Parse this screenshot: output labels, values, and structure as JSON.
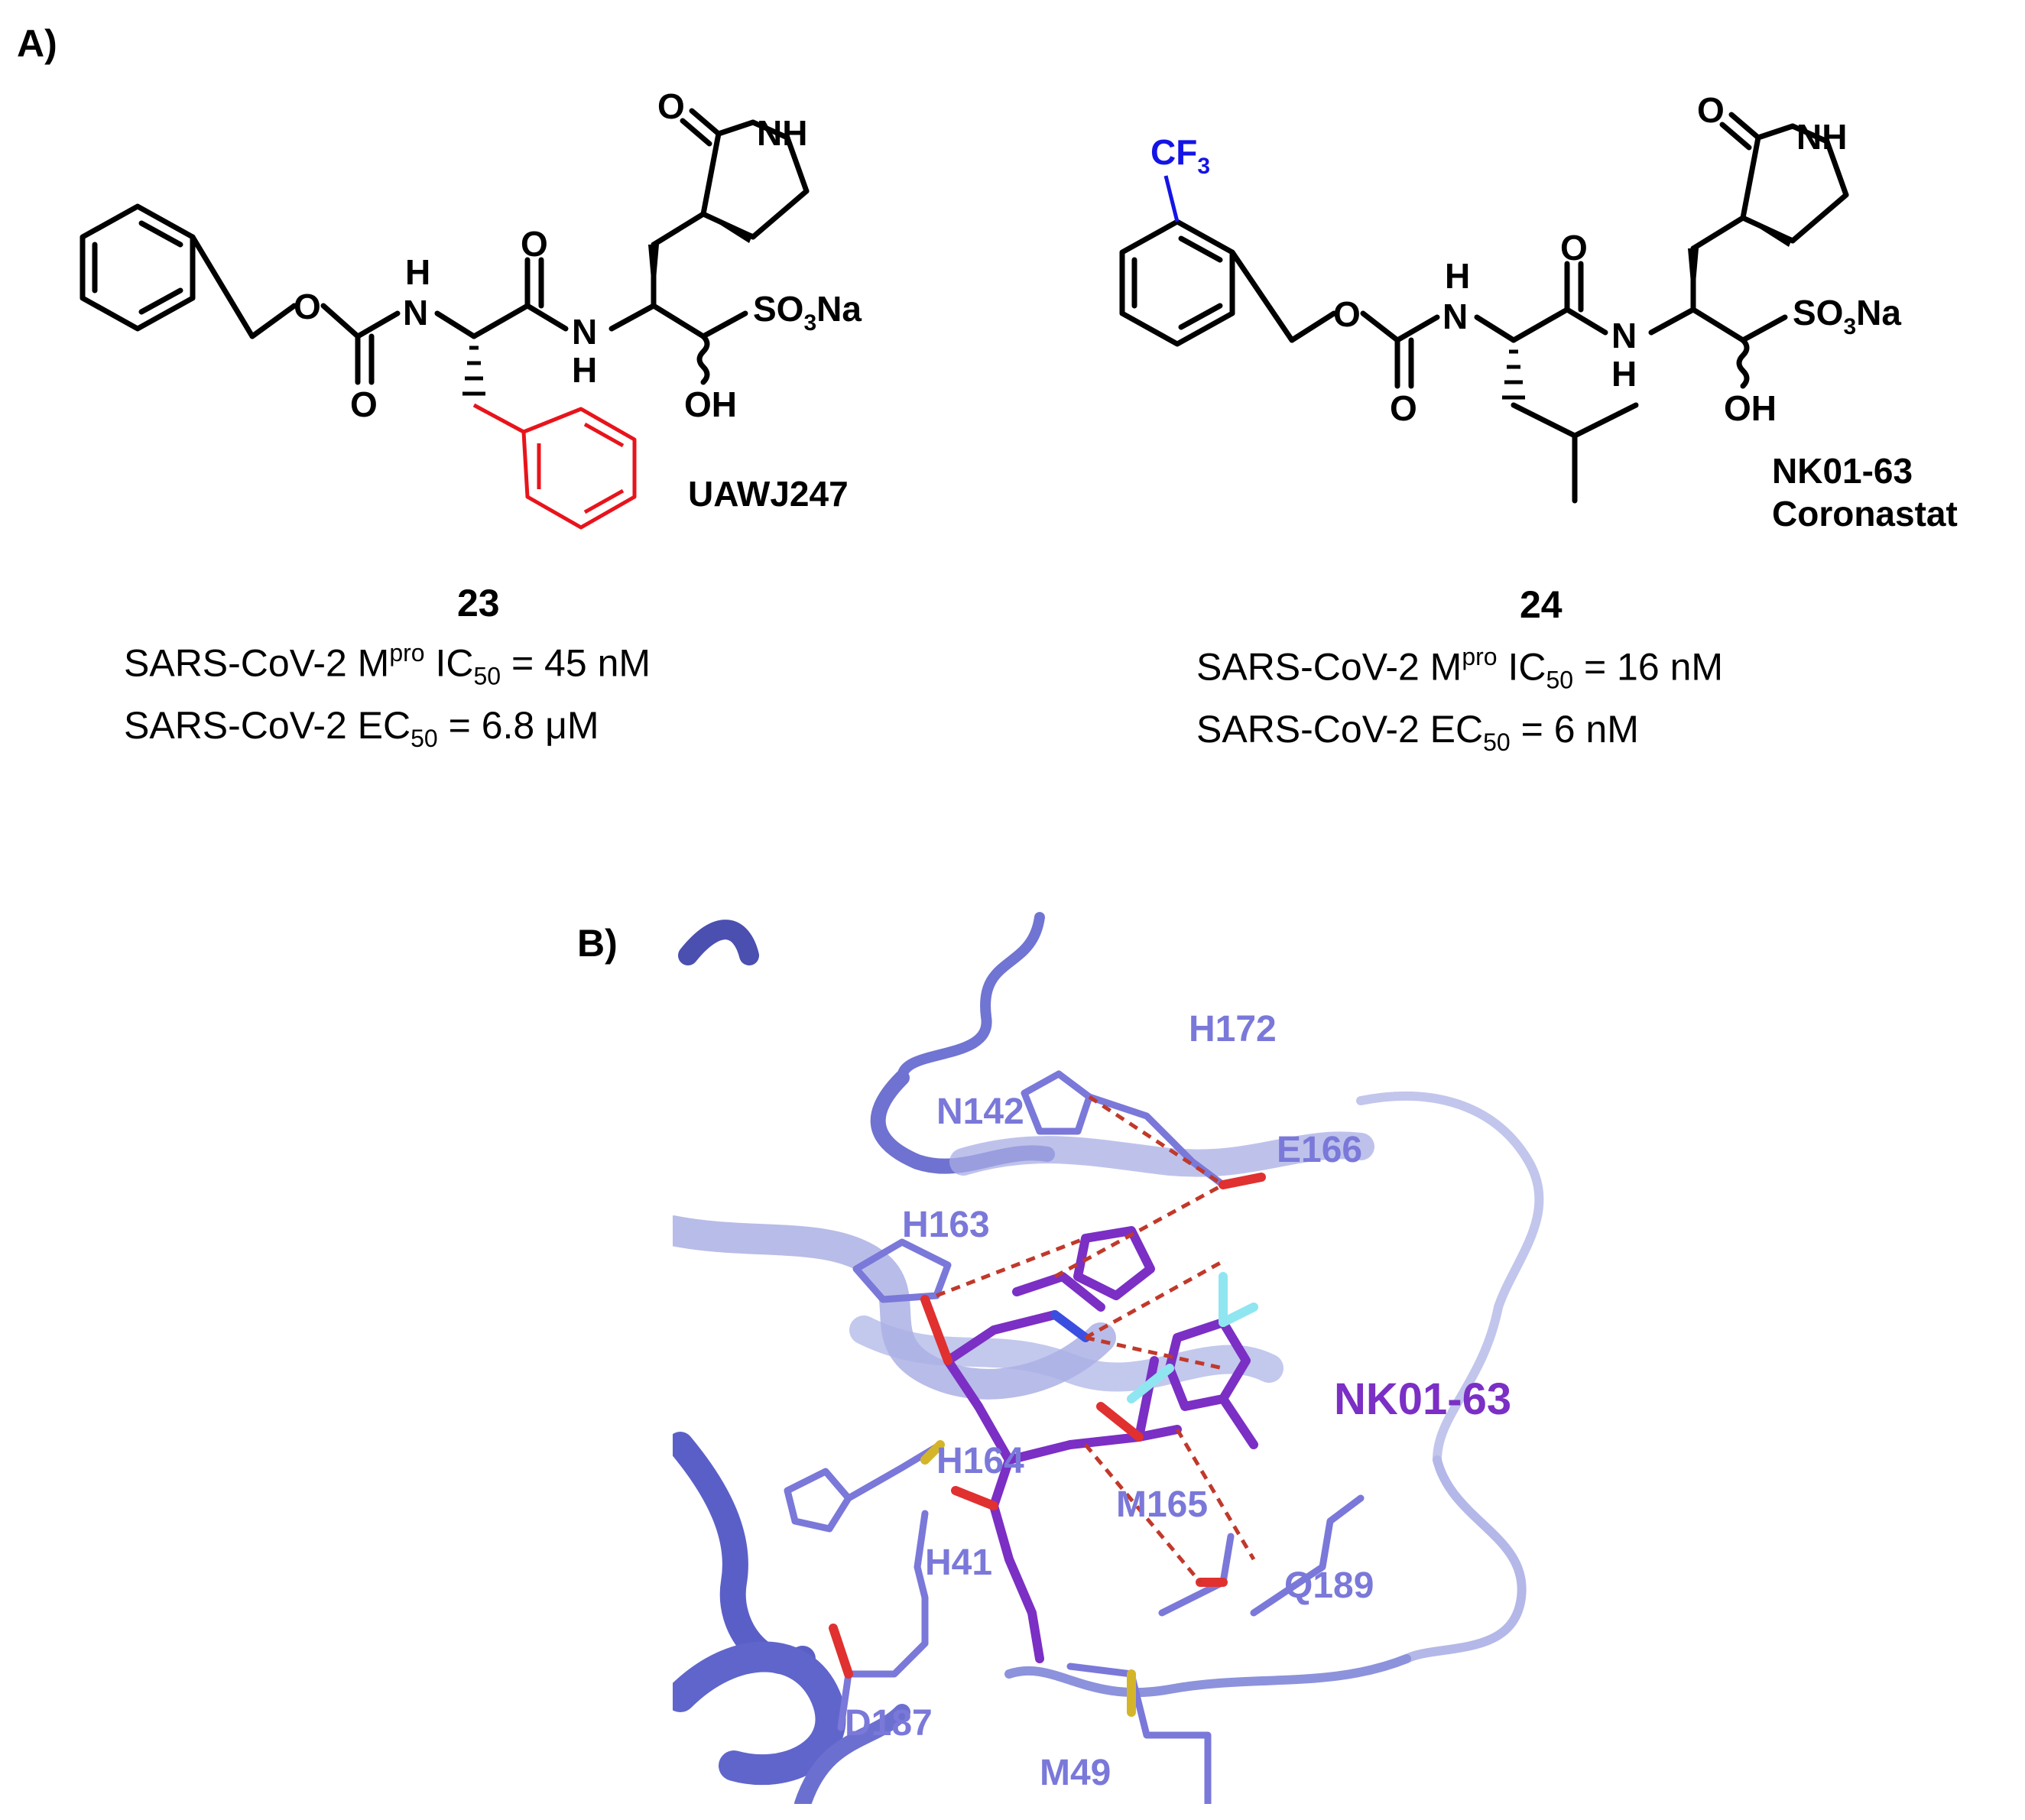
{
  "panel_a": {
    "label": "A)",
    "compound_23": {
      "name": "UAWJ247",
      "number": "23",
      "mpro_prefix": "SARS-CoV-2 M",
      "mpro_sup": "pro",
      "mpro_ic": " IC",
      "mpro_sub": "50",
      "mpro_value": " = 45 nM",
      "ec_prefix": "SARS-CoV-2 EC",
      "ec_sub": "50",
      "ec_value": " = 6.8 μM",
      "highlight_color": "#e8141b"
    },
    "compound_24": {
      "name_line1": "NK01-63",
      "name_line2": "Coronastat",
      "number": "24",
      "mpro_prefix": "SARS-CoV-2 M",
      "mpro_sup": "pro",
      "mpro_ic": " IC",
      "mpro_sub": "50",
      "mpro_value": " = 16 nM",
      "ec_prefix": "SARS-CoV-2 EC",
      "ec_sub": "50",
      "ec_value": " = 6 nM",
      "highlight_color": "#1414e6"
    },
    "atoms": {
      "o": "O",
      "nh": "NH",
      "n": "N",
      "h": "H",
      "oh": "OH",
      "so3na_a": "SO",
      "so3na_sub": "3",
      "so3na_b": "Na",
      "cf3_a": "CF",
      "cf3_sub": "3"
    }
  },
  "panel_b": {
    "label": "B)",
    "residues": [
      "H172",
      "N142",
      "E166",
      "H163",
      "H164",
      "M165",
      "H41",
      "Q189",
      "D187",
      "M49"
    ],
    "ligand_label": "NK01-63",
    "colors": {
      "protein": "#7a78d9",
      "ligand": "#7b2fc4",
      "hbond": "#c0392b",
      "oxygen": "#e03030",
      "nitrogen": "#3a4fe0",
      "sulfur": "#d4b52a",
      "fluorine": "#8fe6f0"
    }
  }
}
